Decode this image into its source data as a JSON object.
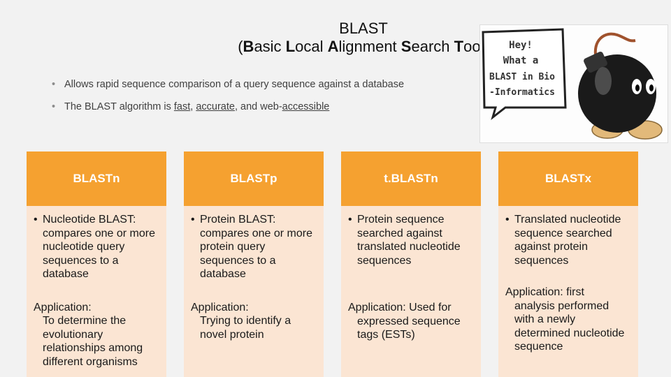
{
  "title": {
    "line1": "BLAST",
    "line2": {
      "open": "(",
      "b1": "B",
      "t1": "asic ",
      "b2": "L",
      "t2": "ocal ",
      "b3": "A",
      "t3": "lignment ",
      "b4": "S",
      "t4": "earch ",
      "b5": "T",
      "t5": "ool)"
    }
  },
  "bullets": [
    {
      "text": "Allows rapid sequence comparison of a query sequence against a database"
    },
    {
      "pre": "The BLAST algorithm is ",
      "w1": "fast",
      "sep1": ", ",
      "w2": "accurate",
      "sep2": ", and web-",
      "w3": "accessible"
    }
  ],
  "cartoon": {
    "bubble_lines": [
      "Hey!",
      "What a",
      "BLAST in Bio",
      "-Informatics"
    ],
    "colors": {
      "bomb": "#1a1a1a",
      "feet": "#e2b97a",
      "fuse": "#a0522d"
    }
  },
  "cards": [
    {
      "title": "BLASTn",
      "desc": "Nucleotide BLAST: compares one or more nucleotide query sequences to a database",
      "app_first": "Application:",
      "app_rest": "To determine the evolutionary relationships among different organisms"
    },
    {
      "title": "BLASTp",
      "desc": "Protein BLAST: compares one or more protein query sequences to a database",
      "app_first": "Application:",
      "app_rest": "Trying to identify a novel protein"
    },
    {
      "title": "t.BLASTn",
      "desc": "Protein sequence searched against translated nucleotide sequences",
      "app_first": "Application: Used for",
      "app_rest": "expressed sequence tags (ESTs)"
    },
    {
      "title": "BLASTx",
      "desc": "Translated nucleotide sequence searched against protein sequences",
      "app_first": "Application: first",
      "app_rest": "analysis performed with a newly determined nucleotide sequence"
    }
  ],
  "colors": {
    "card_header": "#f5a130",
    "card_body": "#fbe5d3",
    "background": "#f2f2f2"
  }
}
